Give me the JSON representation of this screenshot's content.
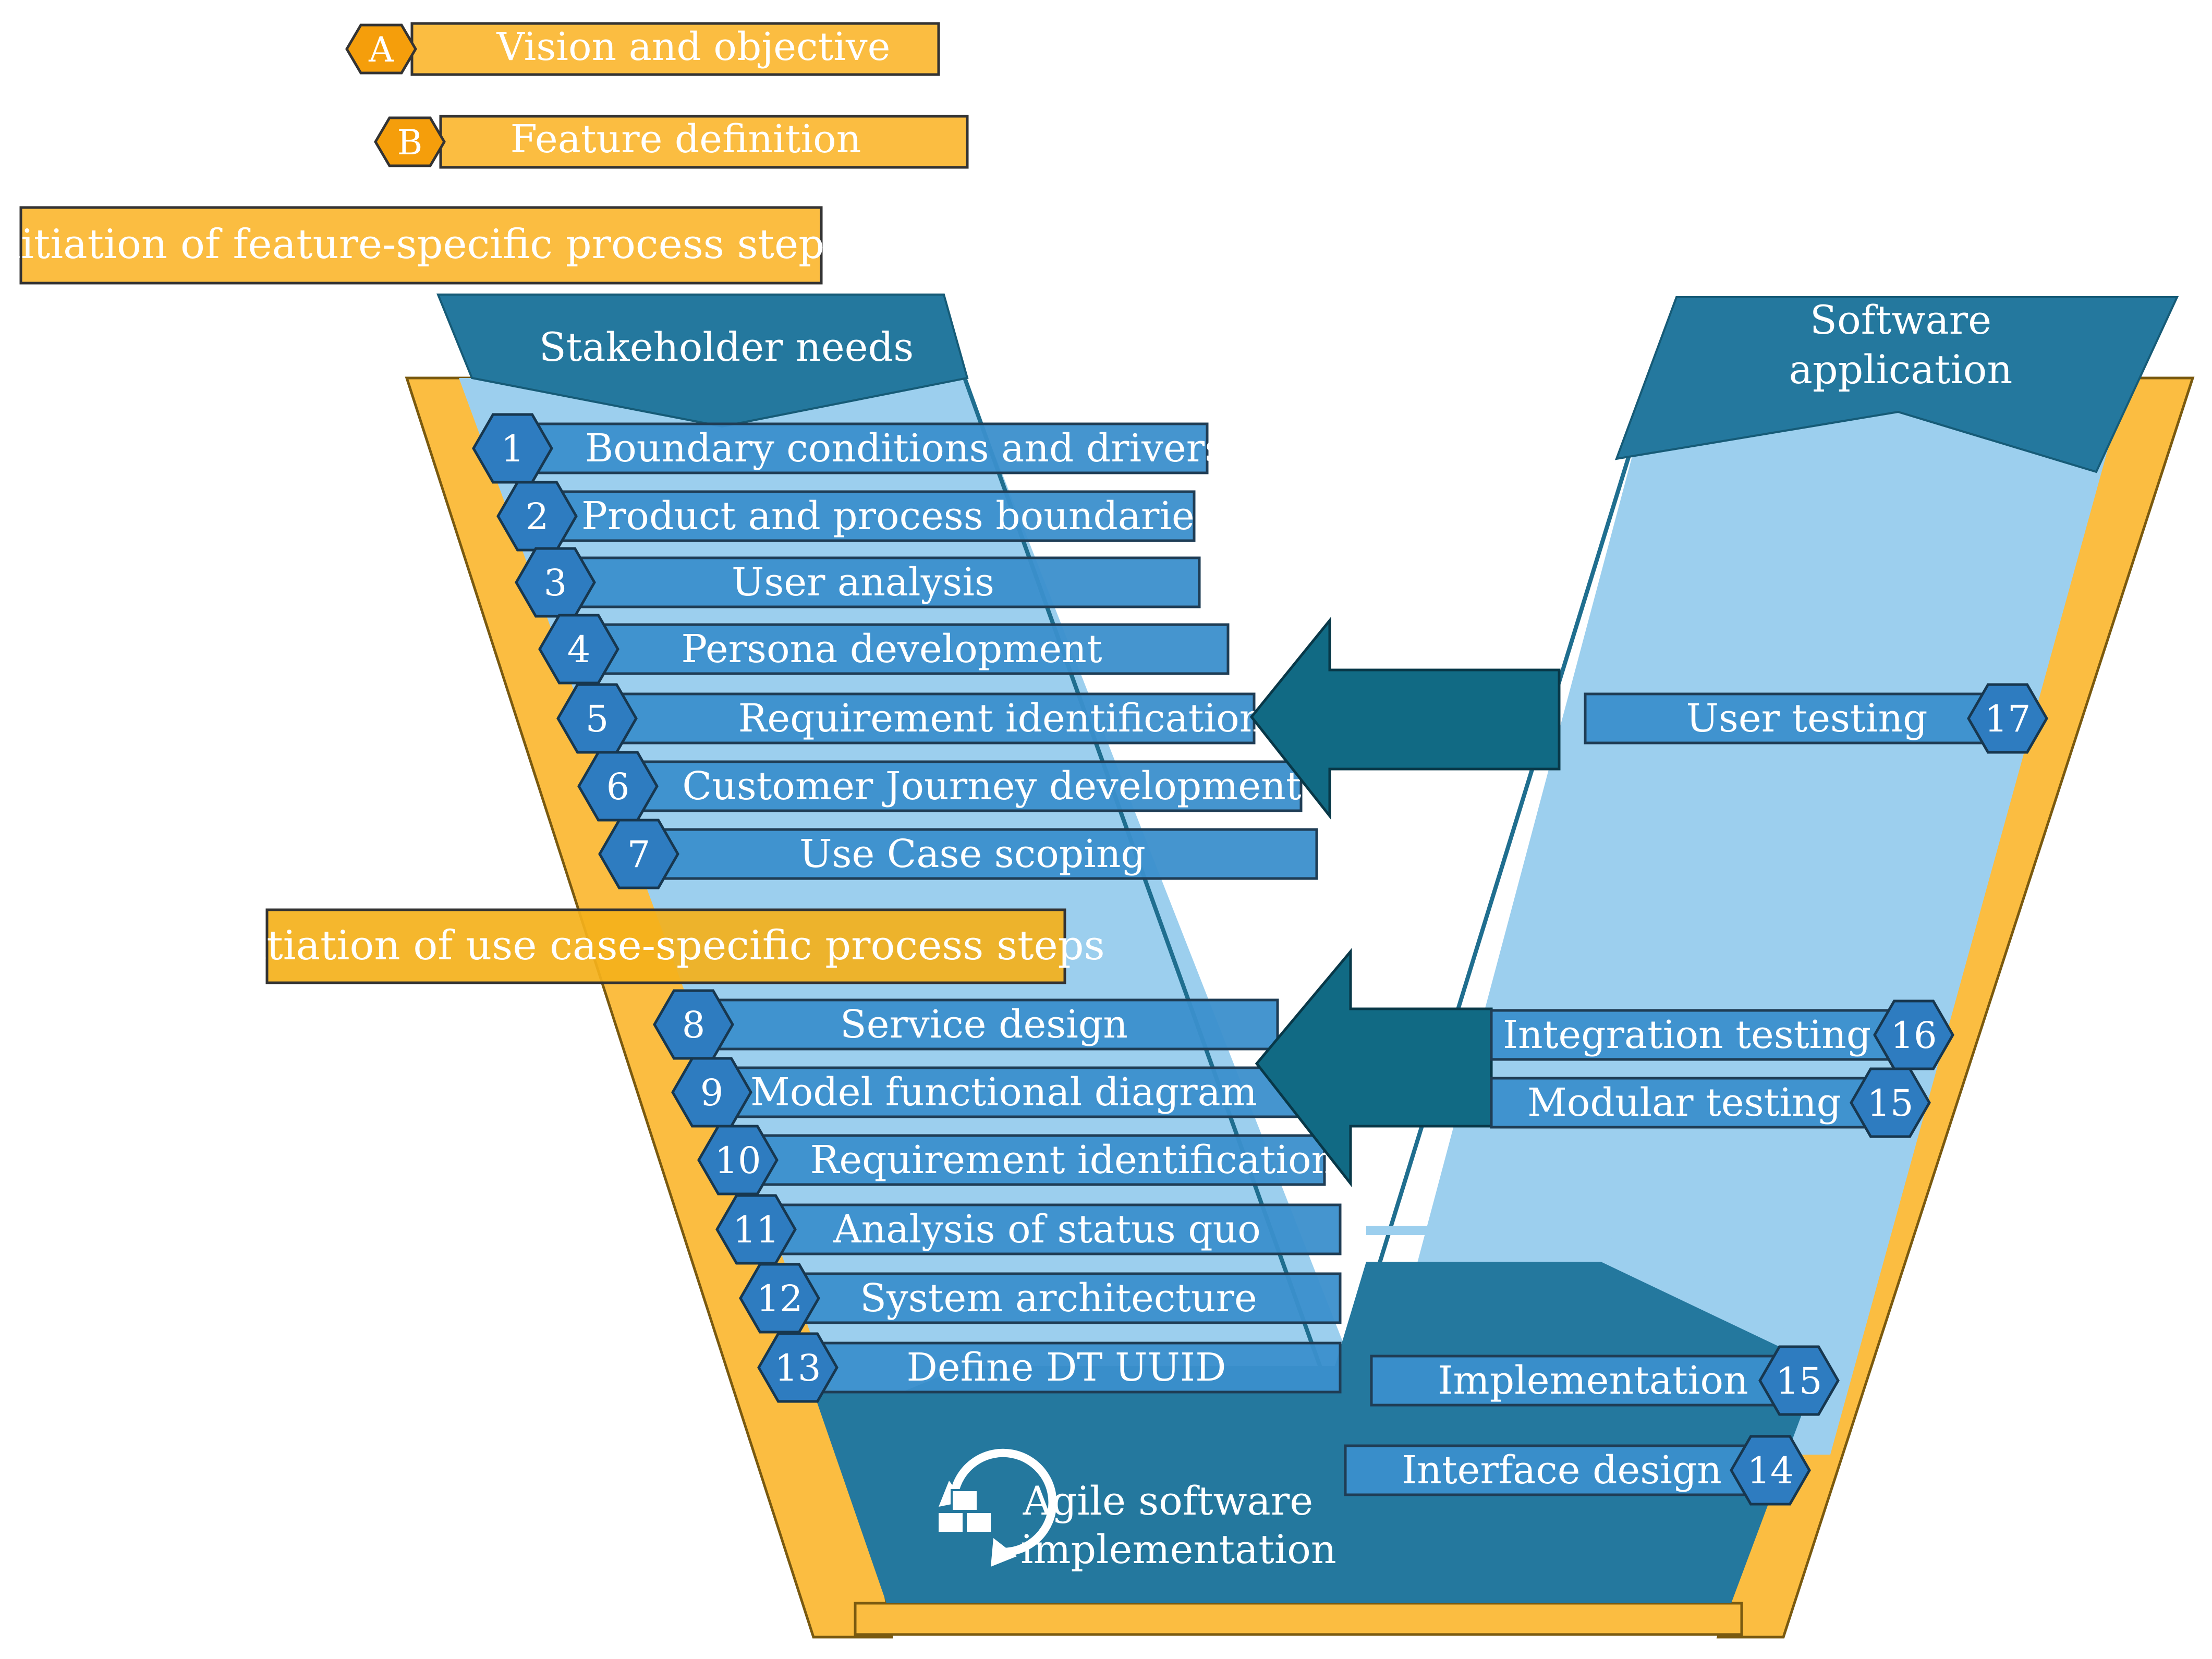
{
  "top_labels": {
    "a": {
      "badge": "A",
      "text": "Vision and objective"
    },
    "b": {
      "badge": "B",
      "text": "Feature definition"
    },
    "feature_init": "Initiation of feature-specific process steps",
    "usecase_init": "Initiation of use case-specific process steps"
  },
  "headers": {
    "left": "Stakeholder needs",
    "right_line1": "Software",
    "right_line2": "application",
    "bottom_line1": "Agile software",
    "bottom_line2": "implementation"
  },
  "left_steps": [
    {
      "num": "1",
      "label": "Boundary conditions and drivers"
    },
    {
      "num": "2",
      "label": "Product and process boundaries"
    },
    {
      "num": "3",
      "label": "User analysis"
    },
    {
      "num": "4",
      "label": "Persona development"
    },
    {
      "num": "5",
      "label": "Requirement identification"
    },
    {
      "num": "6",
      "label": "Customer Journey development"
    },
    {
      "num": "7",
      "label": "Use Case scoping"
    },
    {
      "num": "8",
      "label": "Service design"
    },
    {
      "num": "9",
      "label": "Model functional diagram"
    },
    {
      "num": "10",
      "label": "Requirement identification"
    },
    {
      "num": "11",
      "label": "Analysis of status quo"
    },
    {
      "num": "12",
      "label": "System architecture"
    },
    {
      "num": "13",
      "label": "Define DT UUID"
    }
  ],
  "right_steps": [
    {
      "num": "17",
      "label": "User testing"
    },
    {
      "num": "16",
      "label": "Integration testing"
    },
    {
      "num": "15",
      "label": "Modular testing"
    },
    {
      "num": "15",
      "label": "Implementation"
    },
    {
      "num": "14",
      "label": "Interface design"
    }
  ],
  "colors": {
    "orange": "#FBBD41",
    "orange_badge": "#F59E0B",
    "steel_dark": "#1F6E8F",
    "steel_mid": "#2B7CA6",
    "light_blue": "#9CCFEE",
    "step_bar": "#3B8FCC",
    "step_badge": "#2E7CC0",
    "arrow": "#116A84"
  },
  "icons": {
    "agile": "agile-cycle-icon"
  }
}
